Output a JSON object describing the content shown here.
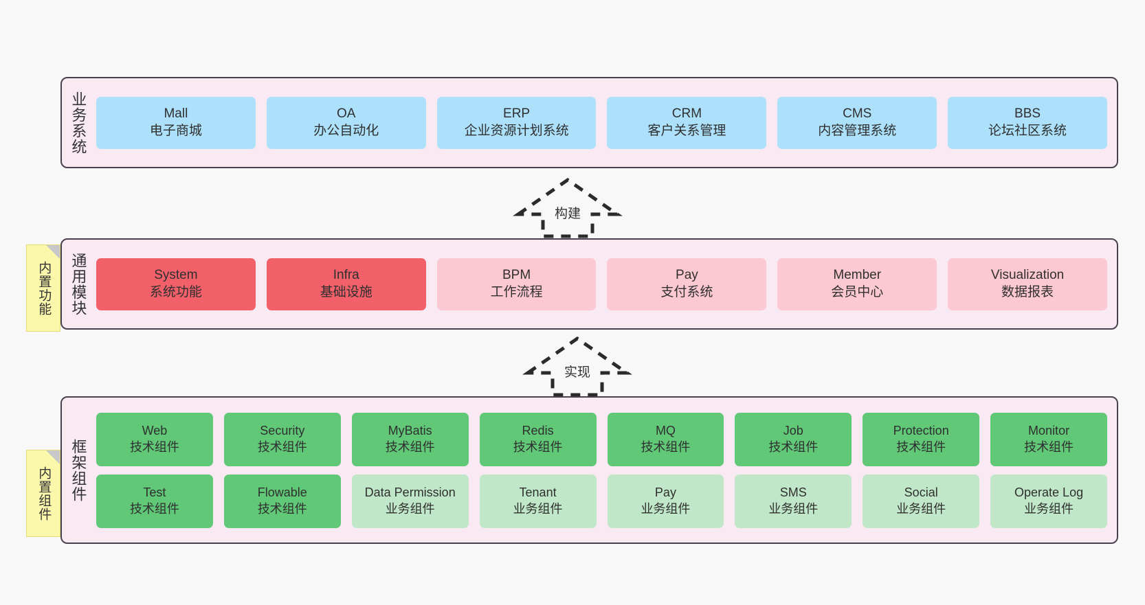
{
  "layers": {
    "business": {
      "title": "业务系统",
      "items": [
        {
          "name": "Mall",
          "desc": "电子商城"
        },
        {
          "name": "OA",
          "desc": "办公自动化"
        },
        {
          "name": "ERP",
          "desc": "企业资源计划系统"
        },
        {
          "name": "CRM",
          "desc": "客户关系管理"
        },
        {
          "name": "CMS",
          "desc": "内容管理系统"
        },
        {
          "name": "BBS",
          "desc": "论坛社区系统"
        }
      ]
    },
    "modules": {
      "title": "通用模块",
      "note": "内置功能",
      "items": [
        {
          "name": "System",
          "desc": "系统功能"
        },
        {
          "name": "Infra",
          "desc": "基础设施"
        },
        {
          "name": "BPM",
          "desc": "工作流程"
        },
        {
          "name": "Pay",
          "desc": "支付系统"
        },
        {
          "name": "Member",
          "desc": "会员中心"
        },
        {
          "name": "Visualization",
          "desc": "数据报表"
        }
      ]
    },
    "framework": {
      "title": "框架组件",
      "note": "内置组件",
      "row1": [
        {
          "name": "Web",
          "desc": "技术组件"
        },
        {
          "name": "Security",
          "desc": "技术组件"
        },
        {
          "name": "MyBatis",
          "desc": "技术组件"
        },
        {
          "name": "Redis",
          "desc": "技术组件"
        },
        {
          "name": "MQ",
          "desc": "技术组件"
        },
        {
          "name": "Job",
          "desc": "技术组件"
        },
        {
          "name": "Protection",
          "desc": "技术组件"
        },
        {
          "name": "Monitor",
          "desc": "技术组件"
        }
      ],
      "row2": [
        {
          "name": "Test",
          "desc": "技术组件"
        },
        {
          "name": "Flowable",
          "desc": "技术组件"
        },
        {
          "name": "Data Permission",
          "desc": "业务组件"
        },
        {
          "name": "Tenant",
          "desc": "业务组件"
        },
        {
          "name": "Pay",
          "desc": "业务组件"
        },
        {
          "name": "SMS",
          "desc": "业务组件"
        },
        {
          "name": "Social",
          "desc": "业务组件"
        },
        {
          "name": "Operate Log",
          "desc": "业务组件"
        }
      ]
    }
  },
  "arrows": {
    "build": "构建",
    "realize": "实现"
  },
  "colors": {
    "panel_bg": "#f8e9f3",
    "panel_border": "#4a414f",
    "blue": "#ace0fb",
    "red": "#f2606a",
    "pink": "#fcc8d2",
    "green": "#61c878",
    "light_green": "#c0e8c8",
    "note_yellow": "#fcf8ab",
    "canvas_bg": "#f8f8f8"
  }
}
